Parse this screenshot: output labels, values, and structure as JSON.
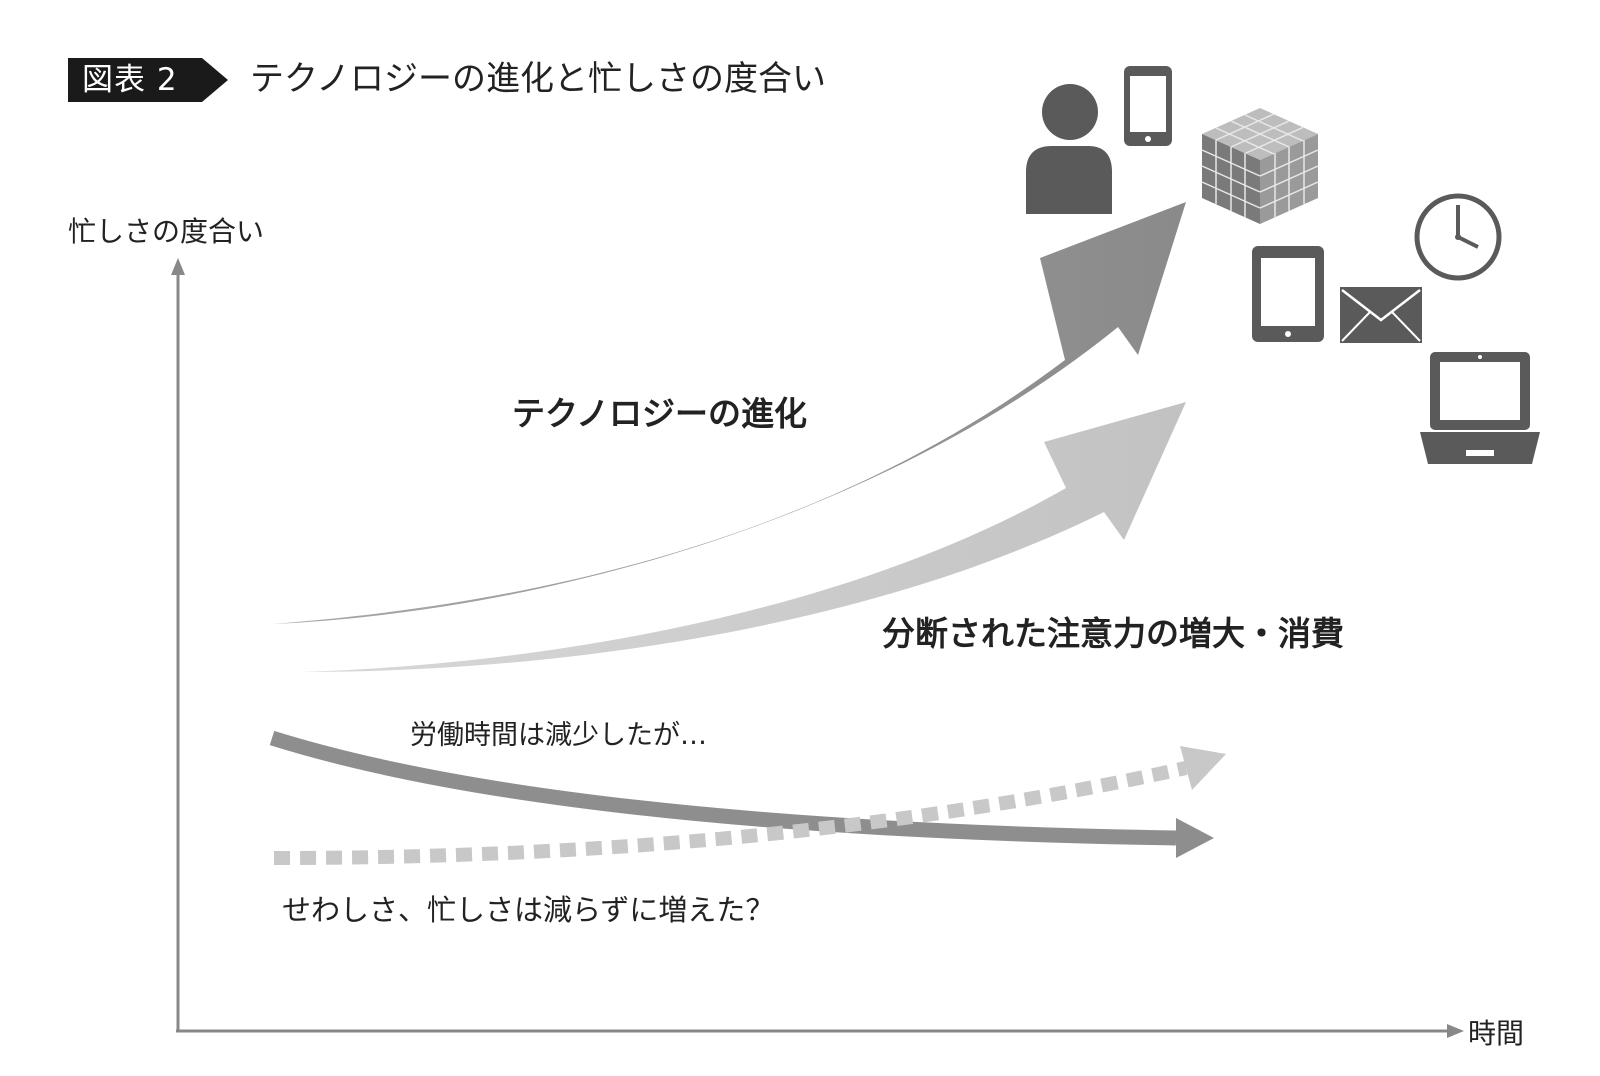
{
  "figure": {
    "number_label": "図表 2",
    "title": "テクノロジーの進化と忙しさの度合い"
  },
  "axes": {
    "y_label": "忙しさの度合い",
    "x_label": "時間"
  },
  "flows": [
    {
      "id": "tech",
      "label": "テクノロジーの進化",
      "trend": "rising",
      "style": "solid-wide",
      "color": "#8a8a8a"
    },
    {
      "id": "attention",
      "label": "分断された注意力の増大・消費",
      "trend": "rising",
      "style": "solid-wide",
      "color": "#c4c4c4"
    },
    {
      "id": "work_hours",
      "label": "労働時間は減少したが…",
      "trend": "falling",
      "style": "solid-thin",
      "color": "#8e8e8e"
    },
    {
      "id": "busyness",
      "label": "せわしさ、忙しさは減らずに増えた？",
      "trend": "rising-slightly",
      "style": "dotted",
      "color": "#c8c8c8"
    }
  ],
  "icons": [
    "person-icon",
    "smartphone-icon",
    "data-cube-icon",
    "clock-icon",
    "tablet-icon",
    "mail-icon",
    "laptop-icon"
  ],
  "colors": {
    "axis": "#888888",
    "label_box": "#1a1a1a",
    "icon": "#5a5a5a"
  }
}
